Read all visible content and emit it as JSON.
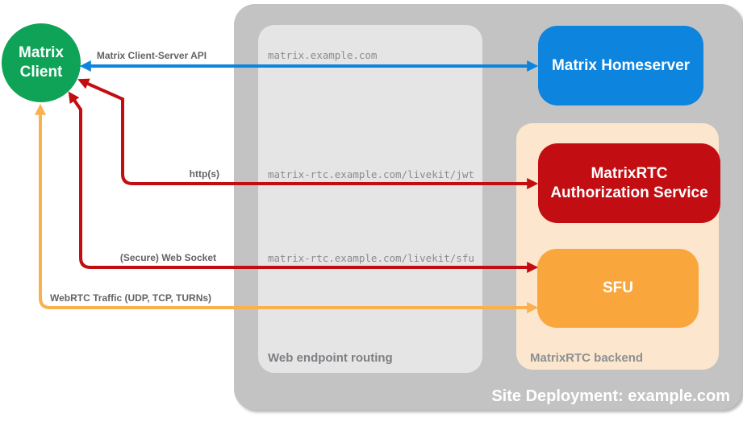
{
  "diagram": {
    "site_deployment_label": "Site Deployment: example.com",
    "zones": {
      "web_endpoint_routing": "Web endpoint routing",
      "matrixrtc_backend": "MatrixRTC backend"
    },
    "nodes": {
      "client": {
        "line1": "Matrix",
        "line2": "Client",
        "color": "#0ea356"
      },
      "homeserver": {
        "label": "Matrix Homeserver",
        "color": "#0d84de"
      },
      "auth_service": {
        "label": "MatrixRTC Authorization Service",
        "color": "#c20d12"
      },
      "sfu": {
        "label": "SFU",
        "color": "#f9a63d"
      }
    },
    "endpoints": {
      "homeserver": "matrix.example.com",
      "jwt": "matrix-rtc.example.com/livekit/jwt",
      "sfu": "matrix-rtc.example.com/livekit/sfu"
    },
    "arrows": {
      "client_server_api": {
        "label": "Matrix Client-Server API",
        "color": "#0d84de"
      },
      "https": {
        "label": "http(s)",
        "color": "#c20d12"
      },
      "web_socket": {
        "label": "(Secure) Web Socket",
        "color": "#c20d12"
      },
      "webrtc": {
        "label": "WebRTC Traffic (UDP, TCP, TURNs)",
        "color": "#f9b04f"
      }
    }
  }
}
